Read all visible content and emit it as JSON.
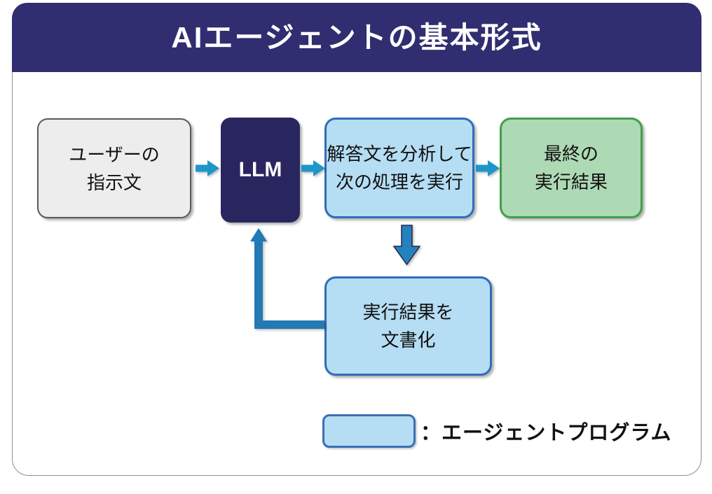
{
  "title": "AIエージェントの基本形式",
  "nodes": {
    "user_instruction": {
      "lines": [
        "ユーザーの",
        "指示文"
      ]
    },
    "llm": {
      "label": "LLM"
    },
    "analyze": {
      "lines": [
        "解答文を分析して",
        "次の処理を実行"
      ]
    },
    "final_result": {
      "lines": [
        "最終の",
        "実行結果"
      ]
    },
    "document": {
      "lines": [
        "実行結果を",
        "文書化"
      ]
    }
  },
  "legend": {
    "text": "：エージェントプログラム"
  },
  "colors": {
    "header_bg": "#302d70",
    "llm_bg": "#29265f",
    "agent_box_fill": "#b5ddf4",
    "agent_box_border": "#2f6eb5",
    "result_box_fill": "#aed9b5",
    "result_box_border": "#3fa04a",
    "input_box_fill": "#ededed",
    "input_box_border": "#58595b",
    "flow_arrow": "#1e96c8",
    "loop_arrow": "#2379b4",
    "frame_border": "#8f8f8f"
  }
}
